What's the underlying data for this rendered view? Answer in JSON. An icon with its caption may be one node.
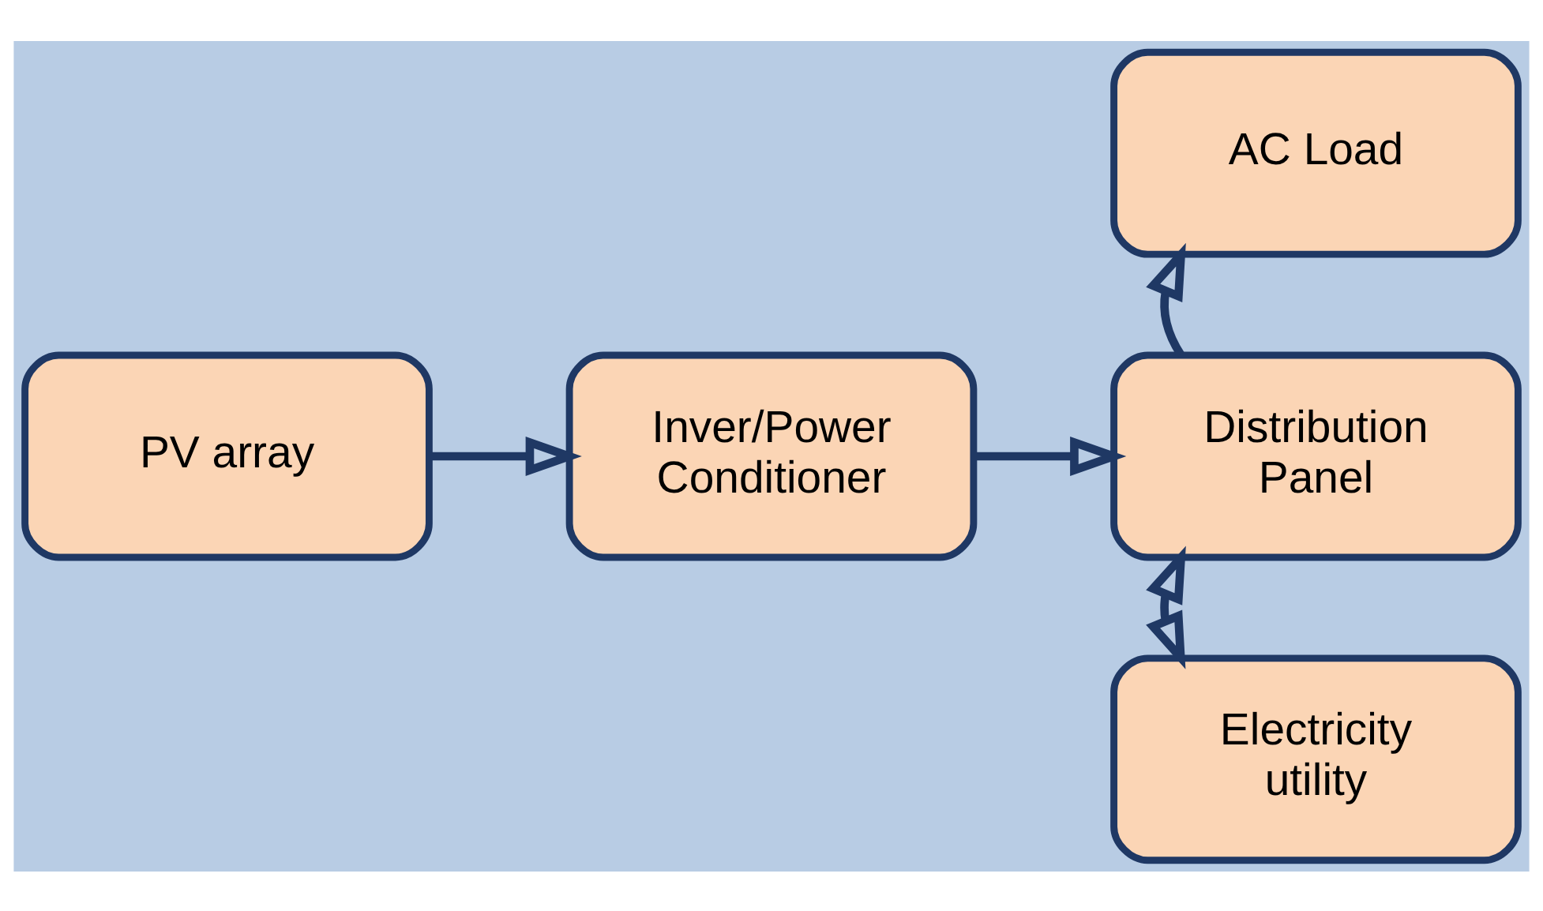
{
  "diagram": {
    "nodes": [
      {
        "text": [
          "PV array"
        ]
      },
      {
        "text": [
          "Inver/Power Conditioner"
        ]
      },
      {
        "text": [
          "Distribution Panel"
        ]
      },
      {
        "text": [
          "AC Load"
        ]
      },
      {
        "text": [
          "Electricity utility"
        ]
      }
    ],
    "edges": [
      {
        "from": 0,
        "to": 1,
        "arrow": "to"
      },
      {
        "from": 1,
        "to": 2,
        "arrow": "to"
      },
      {
        "from": 2,
        "to": 3,
        "arrow": "to"
      },
      {
        "from": 2,
        "to": 4,
        "arrow": "both"
      }
    ]
  }
}
